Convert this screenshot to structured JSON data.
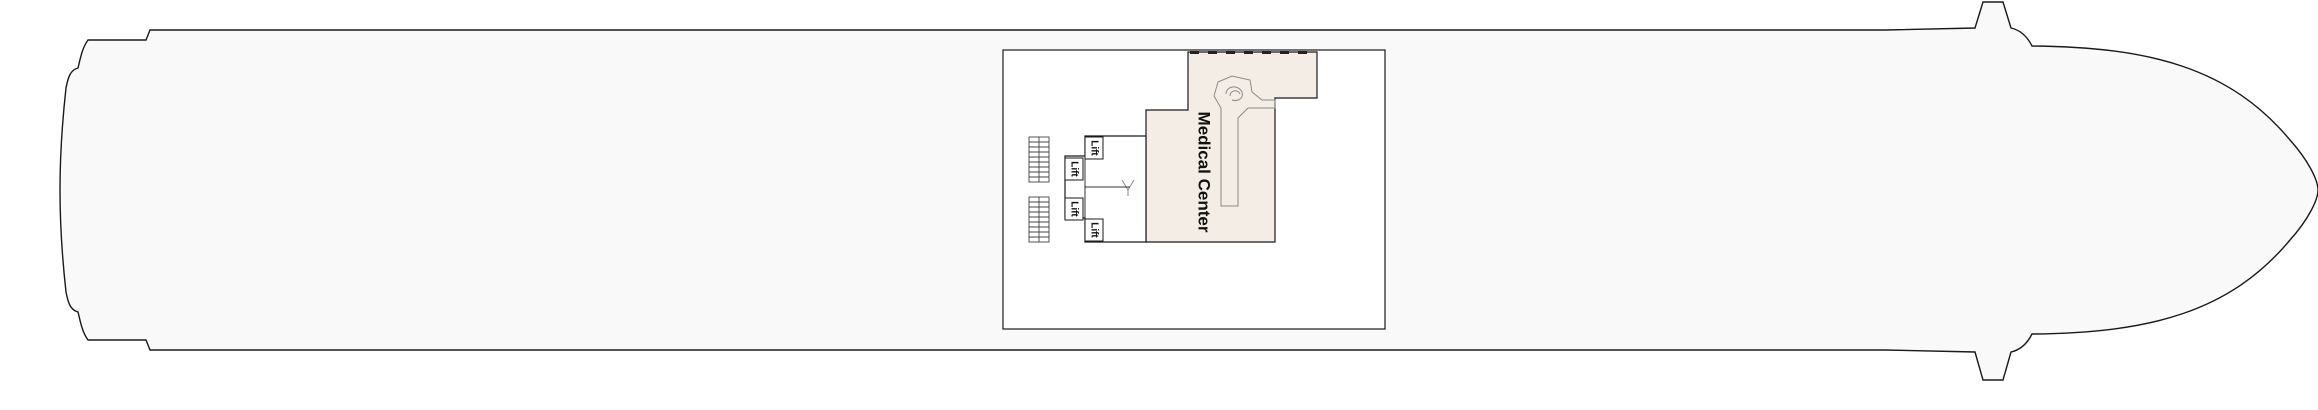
{
  "deck": {
    "hull_color": "#f9f9f9",
    "room_color": "#f4ede6",
    "rooms": [
      {
        "id": "medical",
        "label": "Medical Center"
      }
    ],
    "lifts": [
      {
        "label": "Lift"
      },
      {
        "label": "Lift"
      },
      {
        "label": "Lift"
      },
      {
        "label": "Lift"
      }
    ]
  }
}
